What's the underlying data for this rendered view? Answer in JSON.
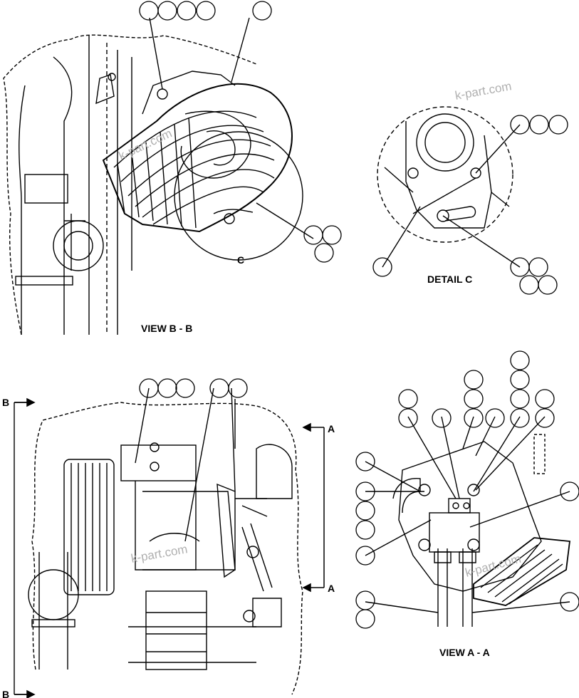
{
  "labels": {
    "view_bb": "VIEW B - B",
    "detail_c": "DETAIL C",
    "view_aa": "VIEW A - A",
    "c_marker": "C",
    "a_top": "A",
    "a_bottom": "A",
    "b_top": "B",
    "b_bottom": "B"
  },
  "watermarks": [
    "k-part.com",
    "k-part.com",
    "k-part.com",
    "k-part.com"
  ],
  "callout_style": "empty circle balloons",
  "colors": {
    "line": "#000000",
    "background": "#ffffff",
    "watermark": "#b0b0b0"
  }
}
